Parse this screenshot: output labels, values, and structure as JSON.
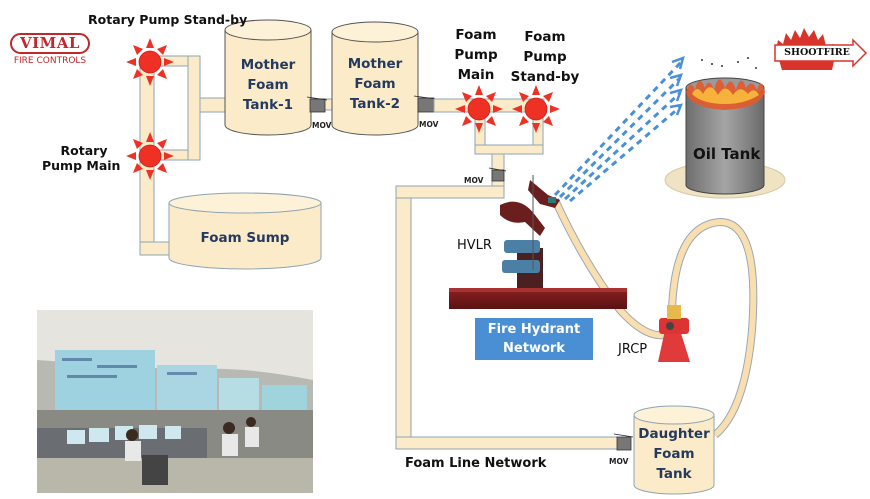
{
  "logos": {
    "vimal": {
      "name": "VIMAL",
      "subtitle": "FIRE CONTROLS",
      "color": "#c0282d"
    },
    "shootfire": {
      "name": "SHOOTFIRE",
      "color": "#d9342b"
    }
  },
  "labels": {
    "rotary_pump_standby": "Rotary Pump Stand-by",
    "rotary_pump_main_l1": "Rotary",
    "rotary_pump_main_l2": "Pump Main",
    "foam_pump_main": [
      "Foam",
      "Pump",
      "Main"
    ],
    "foam_pump_standby": [
      "Foam",
      "Pump",
      "Stand-by"
    ],
    "hvlr": "HVLR",
    "jrcp": "JRCP",
    "foam_line_network": "Foam Line Network",
    "oil_tank": "Oil Tank"
  },
  "tanks": {
    "mother_1": [
      "Mother",
      "Foam",
      "Tank-1"
    ],
    "mother_2": [
      "Mother",
      "Foam",
      "Tank-2"
    ],
    "foam_sump": "Foam Sump",
    "daughter": [
      "Daughter",
      "Foam",
      "Tank"
    ]
  },
  "valves": {
    "mov_label": "MOV"
  },
  "fire_hydrant": [
    "Fire Hydrant",
    "Network"
  ],
  "colors": {
    "pipe_fill": "#fcebc8",
    "pipe_stroke": "#8ea4b4",
    "tank_fill": "#fcebc8",
    "pump_red": "#ee3124",
    "foam_spray": "#4a90d9",
    "hydrant_blue": "#4a8fd4",
    "oil_tank_gray": "#8a8a8a"
  },
  "photo": {
    "description": "control-room-photo"
  }
}
